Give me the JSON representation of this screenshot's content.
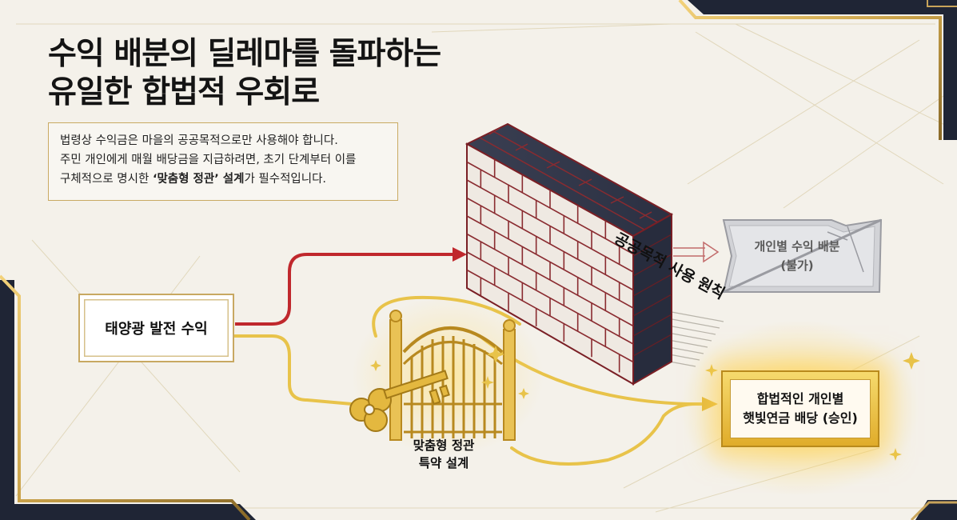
{
  "title": {
    "line1": "수익 배분의 딜레마를 돌파하는",
    "line2": "유일한 합법적 우회로"
  },
  "description": {
    "line1": "법령상 수익금은 마을의 공공목적으로만 사용해야 합니다.",
    "line2": "주민 개인에게 매월 배당금을 지급하려면, 초기 단계부터 이를",
    "line3_prefix": "구체적으로 명시한 ",
    "line3_bold": "‘맞춤형 정관’ 설계",
    "line3_suffix": "가 필수적입니다."
  },
  "source": {
    "label": "태양광 발전 수익"
  },
  "wall": {
    "label": "공공목적 사용 원칙"
  },
  "blocked": {
    "line1": "개인별 수익 배분",
    "line2": "(불가)"
  },
  "gate": {
    "line1": "맞춤형 정관",
    "line2": "특약 설계"
  },
  "result": {
    "line1": "합법적인 개인별",
    "line2": "햇빛연금 배당 (승인)"
  },
  "colors": {
    "red_path": "#c0282d",
    "gold_path": "#e8c34a",
    "navy": "#1f2535",
    "gold": "#c8a45a",
    "background": "#f4f1ea"
  },
  "icons": [
    "brick-wall-icon",
    "golden-gate-icon",
    "golden-key-icon",
    "broken-stone-sign-icon",
    "sparkle-icon"
  ]
}
